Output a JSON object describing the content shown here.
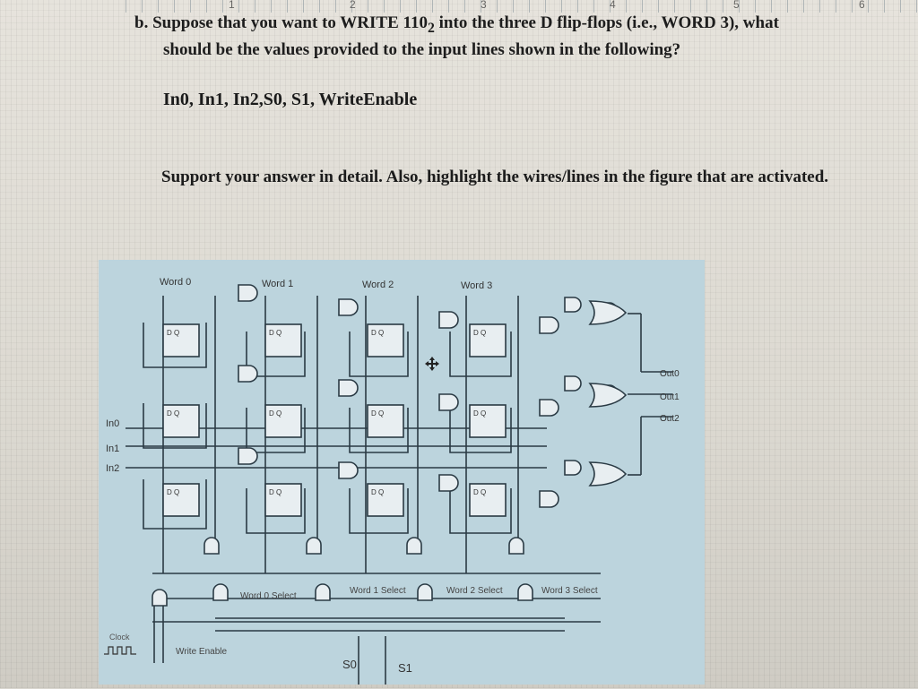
{
  "ruler": {
    "marks": [
      "1",
      "2",
      "3",
      "4",
      "5",
      "6"
    ]
  },
  "question": {
    "line1": "b. Suppose that you want to WRITE 110",
    "sub": "2",
    "line1b": " into the three D flip-flops (i.e., WORD 3), what",
    "line2": "should be the values provided to the input lines shown in the following?"
  },
  "inputs_line": "In0, In1, In2,S0, S1, WriteEnable",
  "support_text": "Support your answer in detail. Also, highlight the wires/lines in the figure that are activated.",
  "figure": {
    "words": [
      "Word 0",
      "Word 1",
      "Word 2",
      "Word 3"
    ],
    "inputs": [
      "In0",
      "In1",
      "In2"
    ],
    "outputs": [
      "Out0",
      "Out1",
      "Out2"
    ],
    "selects": [
      "Word 0 Select",
      "Word 1 Select",
      "Word 2 Select",
      "Word 3 Select"
    ],
    "clock": "Clock",
    "write_enable": "Write Enable",
    "s0": "S0",
    "s1": "S1",
    "ff_label": "D Q"
  }
}
